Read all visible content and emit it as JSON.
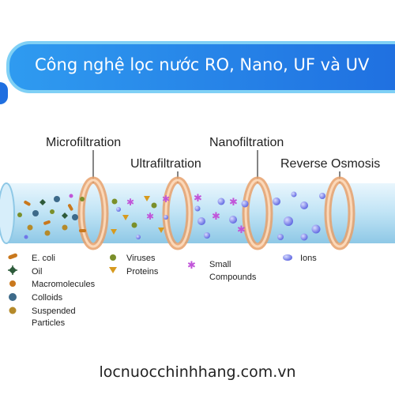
{
  "banner": {
    "title": "Công nghệ lọc nước RO, Nano, UF và UV"
  },
  "stages": [
    {
      "label": "Microfiltration"
    },
    {
      "label": "Ultrafiltration"
    },
    {
      "label": "Nanofiltration"
    },
    {
      "label": "Reverse Osmosis"
    }
  ],
  "legend": {
    "ecoli": "E. coli",
    "oil": "Oil",
    "macromolecules": "Macromolecules",
    "colloids": "Colloids",
    "suspended_line1": "Suspended",
    "suspended_line2": "Particles",
    "viruses": "Viruses",
    "proteins": "Proteins",
    "small_line1": "Small",
    "small_line2": "Compounds",
    "ions": "Ions"
  },
  "colors": {
    "banner_start": "#2f9bf0",
    "banner_end": "#1f6fe0",
    "pipe": "#bfe3f5",
    "membrane": "#f0b98a",
    "ions": "#6f76e8",
    "small_compounds": "#c155d9"
  },
  "footer": {
    "site": "locnuocchinhhang.com.vn"
  }
}
